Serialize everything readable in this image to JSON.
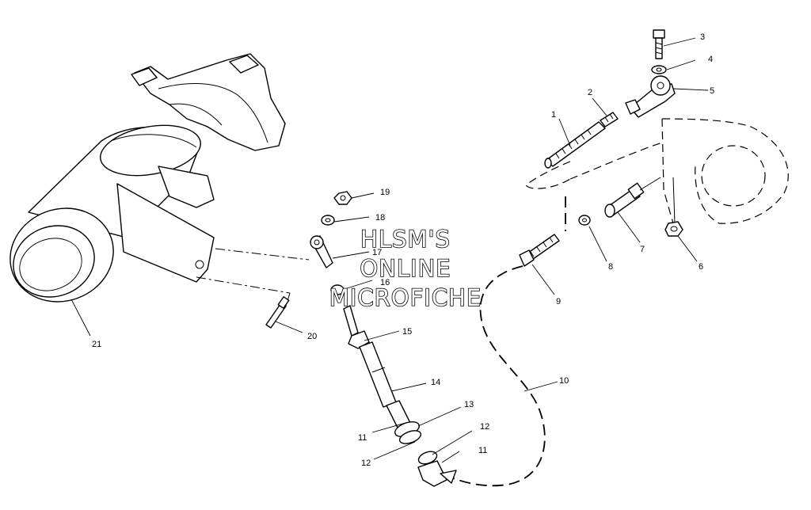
{
  "watermark": {
    "line1": "HLSM'S",
    "line2": "ONLINE",
    "line3": "MICROFICHE"
  },
  "callouts": [
    {
      "id": "c1",
      "text": "1"
    },
    {
      "id": "c2",
      "text": "2"
    },
    {
      "id": "c3",
      "text": "3"
    },
    {
      "id": "c4",
      "text": "4"
    },
    {
      "id": "c5",
      "text": "5"
    },
    {
      "id": "c6",
      "text": "6"
    },
    {
      "id": "c7",
      "text": "7"
    },
    {
      "id": "c8",
      "text": "8"
    },
    {
      "id": "c9",
      "text": "9"
    },
    {
      "id": "c10",
      "text": "10"
    },
    {
      "id": "c11a",
      "text": "11"
    },
    {
      "id": "c11b",
      "text": "11"
    },
    {
      "id": "c12a",
      "text": "12"
    },
    {
      "id": "c12b",
      "text": "12"
    },
    {
      "id": "c13",
      "text": "13"
    },
    {
      "id": "c14",
      "text": "14"
    },
    {
      "id": "c15",
      "text": "15"
    },
    {
      "id": "c16",
      "text": "16"
    },
    {
      "id": "c17",
      "text": "17"
    },
    {
      "id": "c18",
      "text": "18"
    },
    {
      "id": "c19",
      "text": "19"
    },
    {
      "id": "c20",
      "text": "20"
    },
    {
      "id": "c21",
      "text": "21"
    }
  ]
}
